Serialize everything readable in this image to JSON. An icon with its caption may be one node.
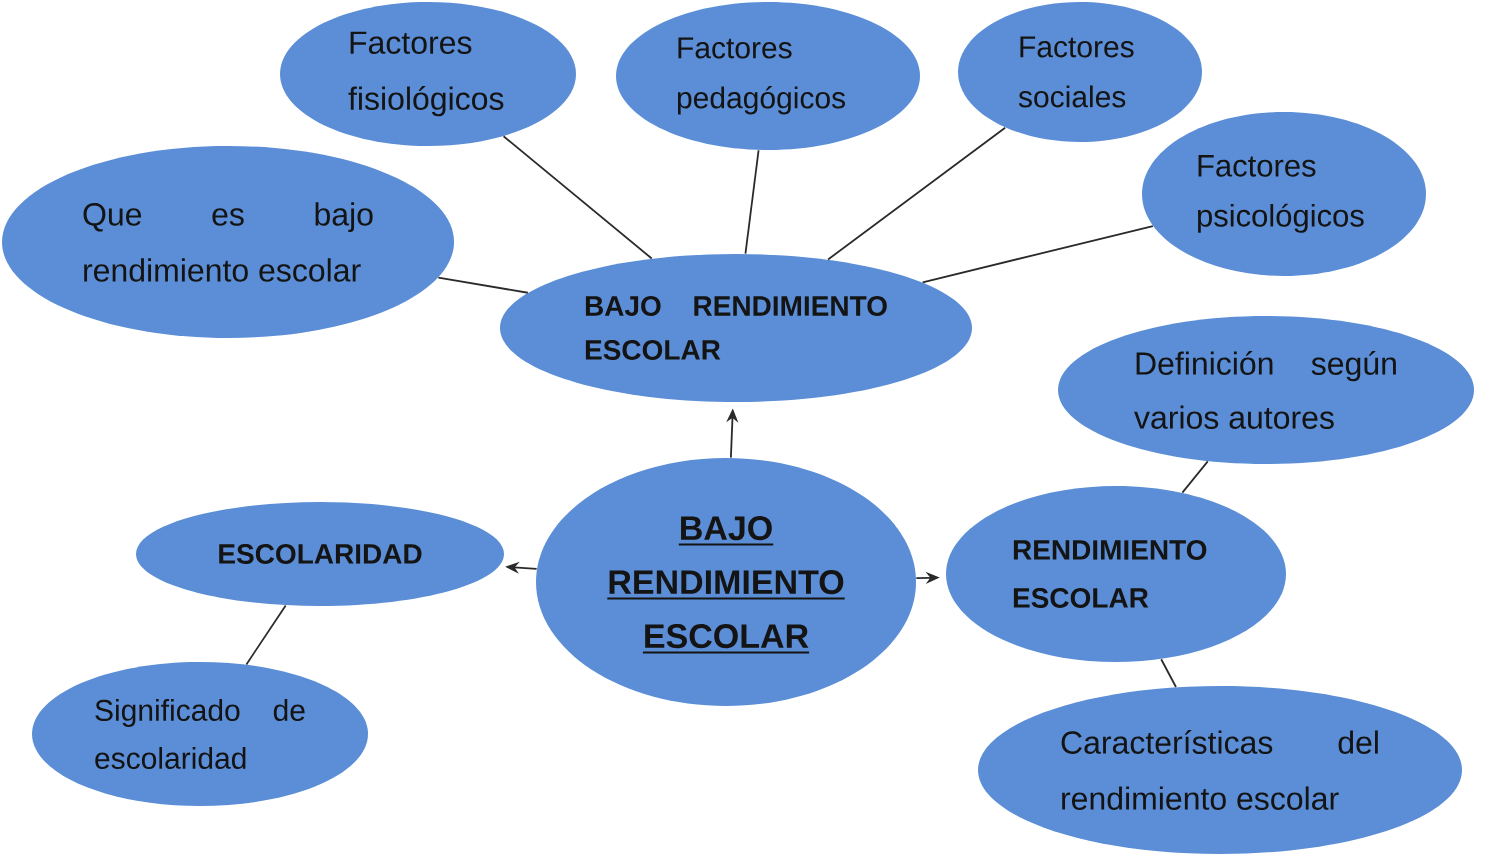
{
  "diagram": {
    "nodes": [
      {
        "text": [
          "Factores fisiológicos"
        ]
      },
      {
        "text": [
          "Factores pedagógicos"
        ]
      },
      {
        "text": [
          "Factores sociales"
        ]
      },
      {
        "text": [
          "Factores psicológicos"
        ]
      },
      {
        "text": [
          "Que es bajo rendimiento escolar"
        ]
      },
      {
        "text": [
          "BAJO RENDIMIENTO ESCOLAR"
        ]
      },
      {
        "text": [
          "Definición según varios autores"
        ]
      },
      {
        "text": [
          "BAJO RENDIMIENTO ESCOLAR"
        ]
      },
      {
        "text": [
          "ESCOLARIDAD"
        ]
      },
      {
        "text": [
          "RENDIMIENTO ESCOLAR"
        ]
      },
      {
        "text": [
          "Significado de escolaridad"
        ]
      },
      {
        "text": [
          "Características del rendimiento escolar"
        ]
      }
    ],
    "edges": [
      {
        "from": 5,
        "to": 0,
        "arrow": "none"
      },
      {
        "from": 5,
        "to": 1,
        "arrow": "none"
      },
      {
        "from": 5,
        "to": 2,
        "arrow": "none"
      },
      {
        "from": 5,
        "to": 3,
        "arrow": "none"
      },
      {
        "from": 5,
        "to": 4,
        "arrow": "none"
      },
      {
        "from": 7,
        "to": 5,
        "arrow": "to"
      },
      {
        "from": 7,
        "to": 8,
        "arrow": "to"
      },
      {
        "from": 7,
        "to": 9,
        "arrow": "to"
      },
      {
        "from": 9,
        "to": 6,
        "arrow": "none"
      },
      {
        "from": 8,
        "to": 10,
        "arrow": "none"
      },
      {
        "from": 9,
        "to": 11,
        "arrow": "none"
      }
    ]
  }
}
